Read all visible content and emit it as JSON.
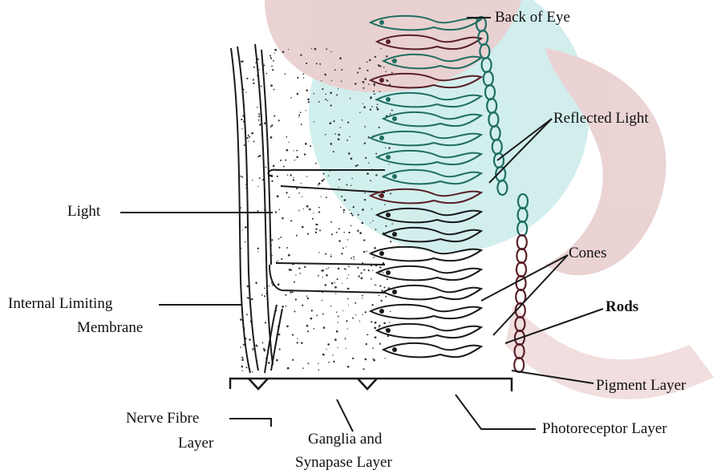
{
  "labels": {
    "back_of_eye": "Back of Eye",
    "reflected_light": "Reflected Light",
    "light": "Light",
    "cones": "Cones",
    "rods": "Rods",
    "internal_limiting_line1": "Internal Limiting",
    "internal_limiting_line2": "Membrane",
    "pigment_layer": "Pigment Layer",
    "nerve_fibre_line1": "Nerve Fibre",
    "nerve_fibre_line2": "Layer",
    "photoreceptor_layer": "Photoreceptor Layer",
    "ganglia_line1": "Ganglia and",
    "ganglia_line2": "Synapase Layer"
  },
  "colors": {
    "ink": "#1a1a1a",
    "teal": "#1f6e62",
    "maroon": "#5a1f27",
    "watermark_teal": "#bfe8e6",
    "watermark_rose": "#e3c6c6"
  }
}
